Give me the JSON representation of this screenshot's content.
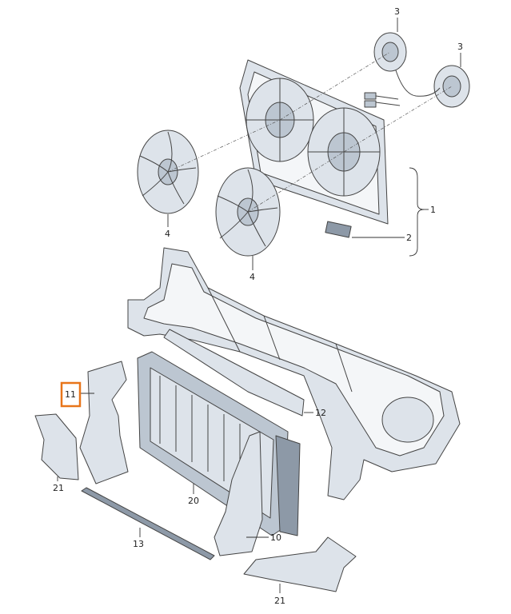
{
  "callouts": {
    "c1": "1",
    "c2": "2",
    "c3a": "3",
    "c3b": "3",
    "c4a": "4",
    "c4b": "4",
    "c10": "10",
    "c11": "11",
    "c12": "12",
    "c13": "13",
    "c20": "20",
    "c21a": "21",
    "c21b": "21"
  },
  "colors": {
    "highlight": "#e8751a",
    "part_fill": "#dde3ea",
    "part_stroke": "#444444"
  }
}
